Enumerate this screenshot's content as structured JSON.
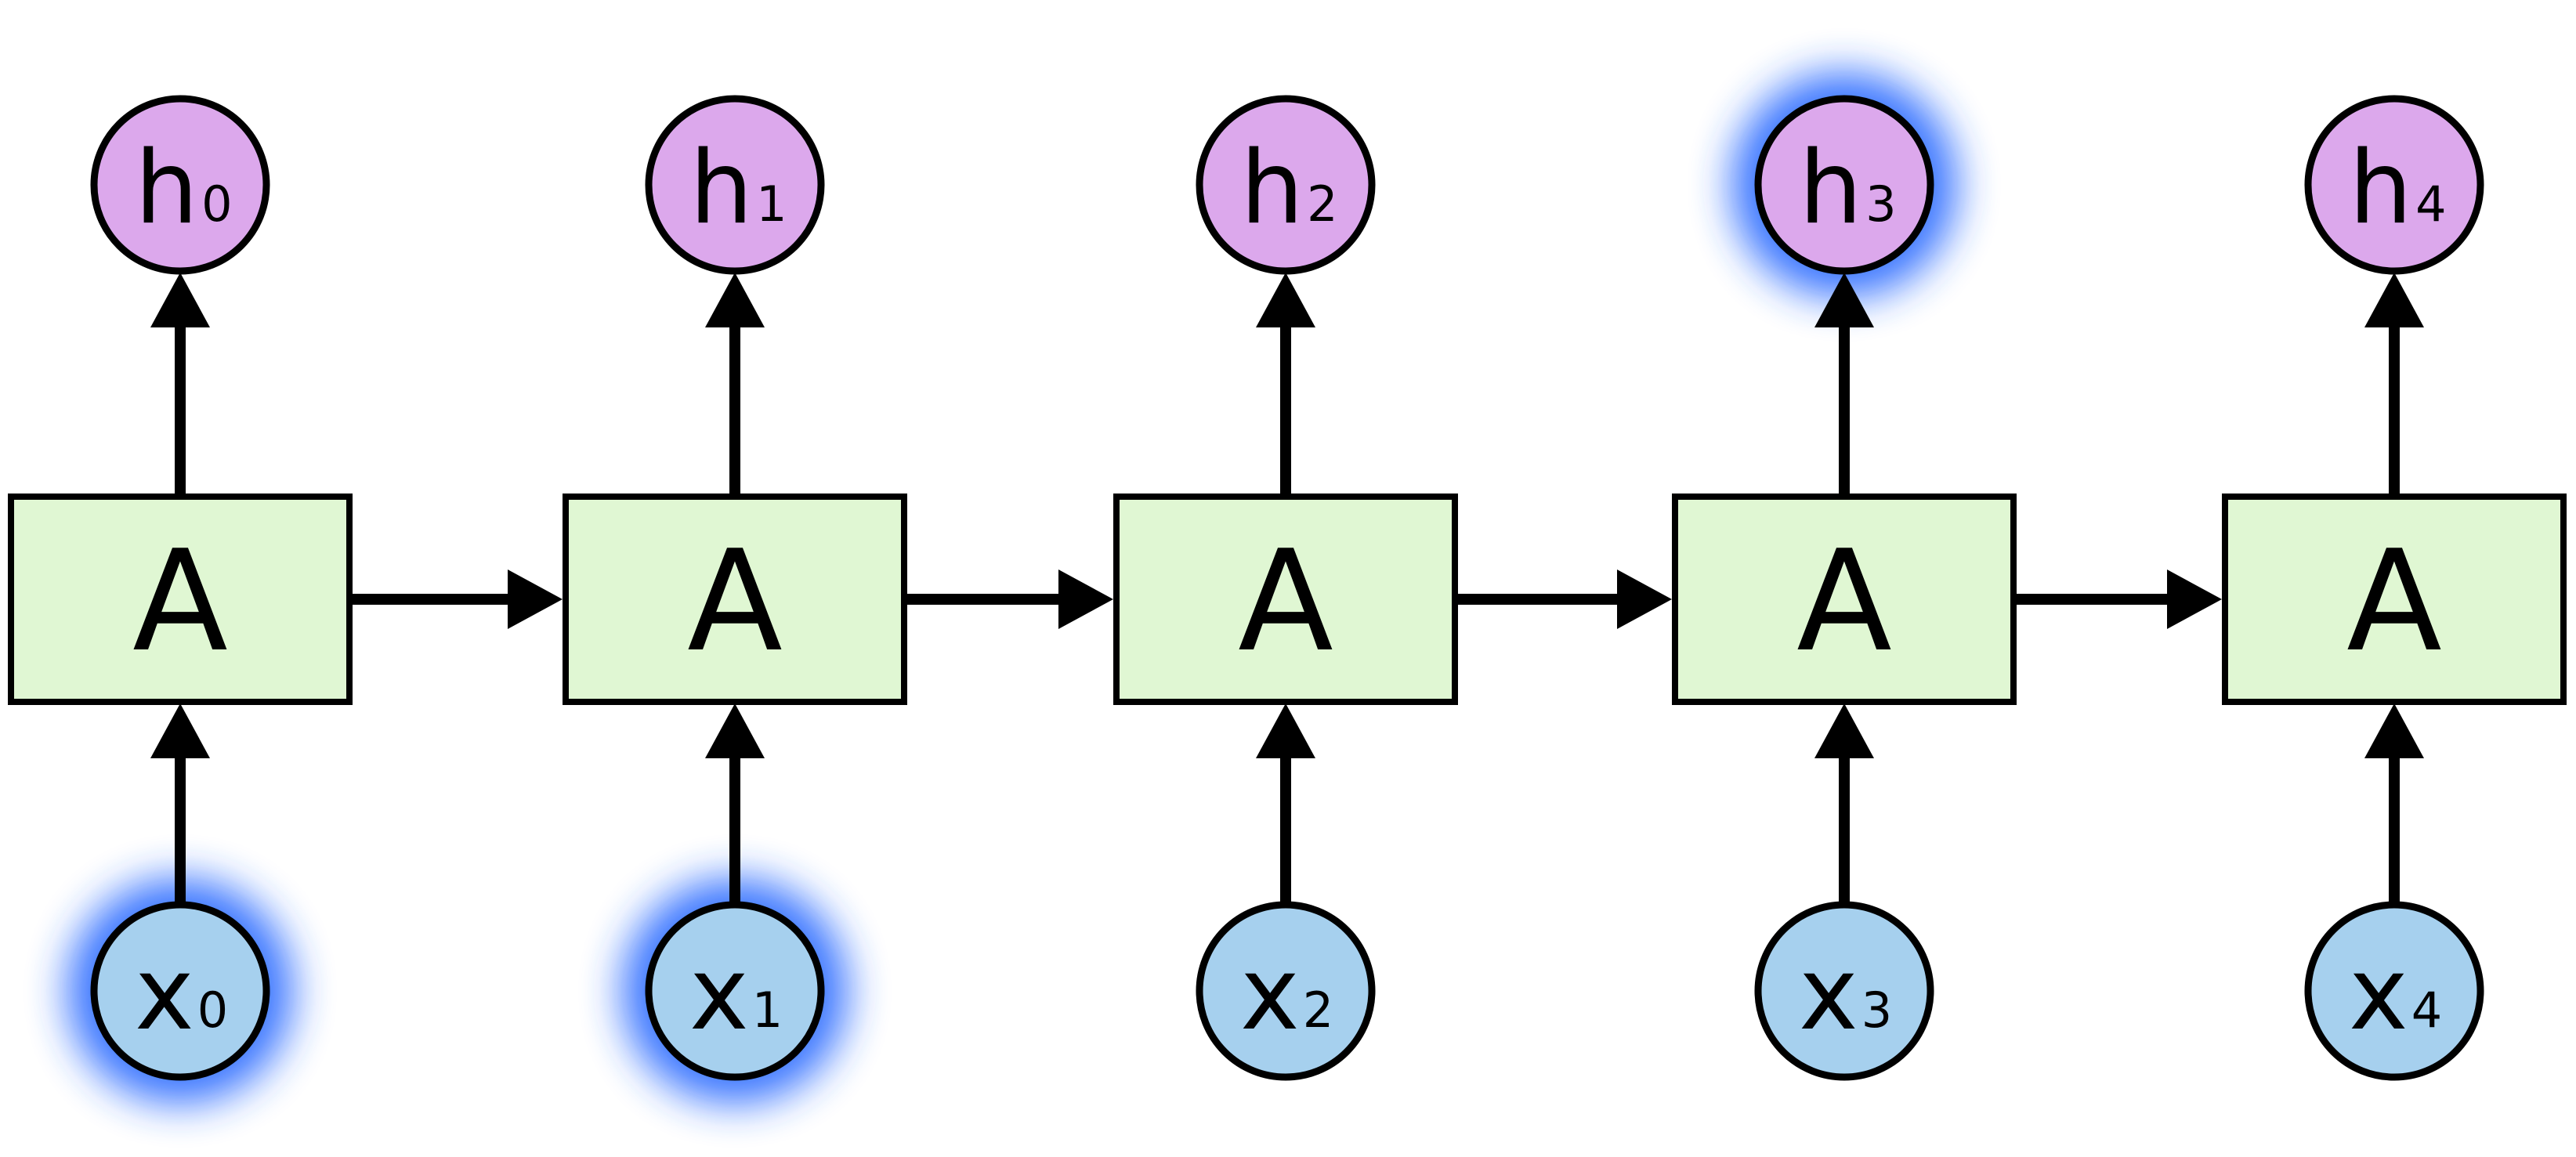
{
  "diagram": {
    "colors": {
      "cell_fill": "#e0f7d3",
      "output_fill": "#dca8ec",
      "input_fill": "#a6d0ee",
      "highlight": "#2e6dff",
      "stroke": "#000000"
    },
    "steps": [
      {
        "cell_label": "A",
        "output": {
          "main": "h",
          "sub": "0",
          "highlighted": false
        },
        "input": {
          "main": "x",
          "sub": "0",
          "highlighted": true
        }
      },
      {
        "cell_label": "A",
        "output": {
          "main": "h",
          "sub": "1",
          "highlighted": false
        },
        "input": {
          "main": "x",
          "sub": "1",
          "highlighted": true
        }
      },
      {
        "cell_label": "A",
        "output": {
          "main": "h",
          "sub": "2",
          "highlighted": false
        },
        "input": {
          "main": "x",
          "sub": "2",
          "highlighted": false
        }
      },
      {
        "cell_label": "A",
        "output": {
          "main": "h",
          "sub": "3",
          "highlighted": true
        },
        "input": {
          "main": "x",
          "sub": "3",
          "highlighted": false
        }
      },
      {
        "cell_label": "A",
        "output": {
          "main": "h",
          "sub": "4",
          "highlighted": false
        },
        "input": {
          "main": "x",
          "sub": "4",
          "highlighted": false
        }
      }
    ]
  }
}
